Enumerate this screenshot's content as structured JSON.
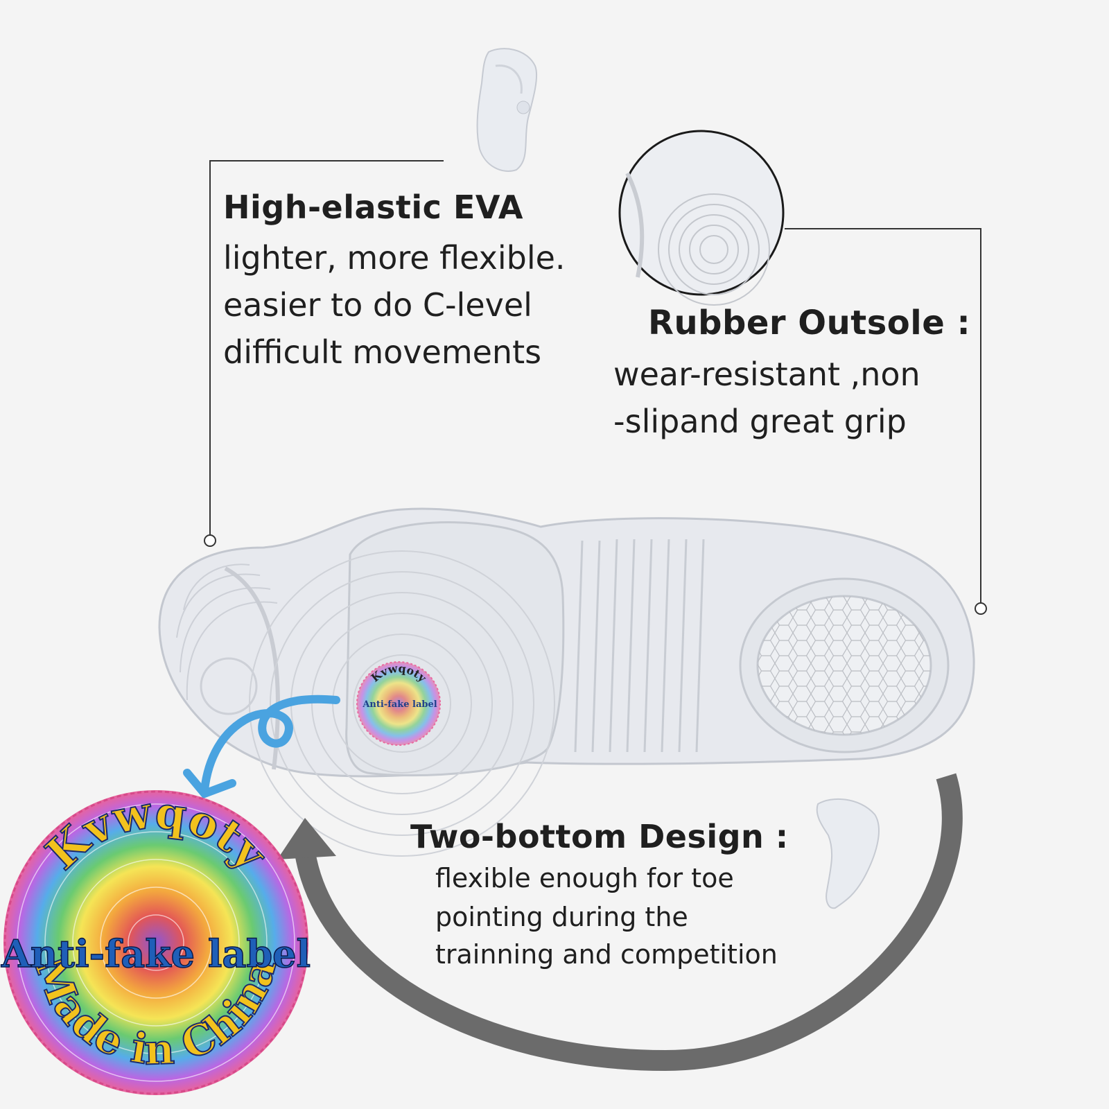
{
  "eva": {
    "title": "High-elastic EVA",
    "lines": [
      "lighter, more flexible.",
      "easier to do C-level",
      "difficult movements"
    ]
  },
  "rubber": {
    "title": "Rubber Outsole :",
    "lines": [
      "wear-resistant ,non",
      "-slipand great grip"
    ]
  },
  "twobottom": {
    "title": "Two-bottom Design :",
    "lines": [
      "flexible enough for toe",
      "pointing during the",
      "trainning and competition"
    ]
  },
  "label": {
    "brand": "Kvwqoty",
    "name": "Anti-fake label",
    "origin": "Made in China"
  },
  "colors": {
    "background": "#f4f4f4",
    "sole": "#e6e8ec",
    "arrow_blue": "#4aa3e0",
    "arrow_gray": "#6b6b6b",
    "text": "#1f1f1f"
  }
}
